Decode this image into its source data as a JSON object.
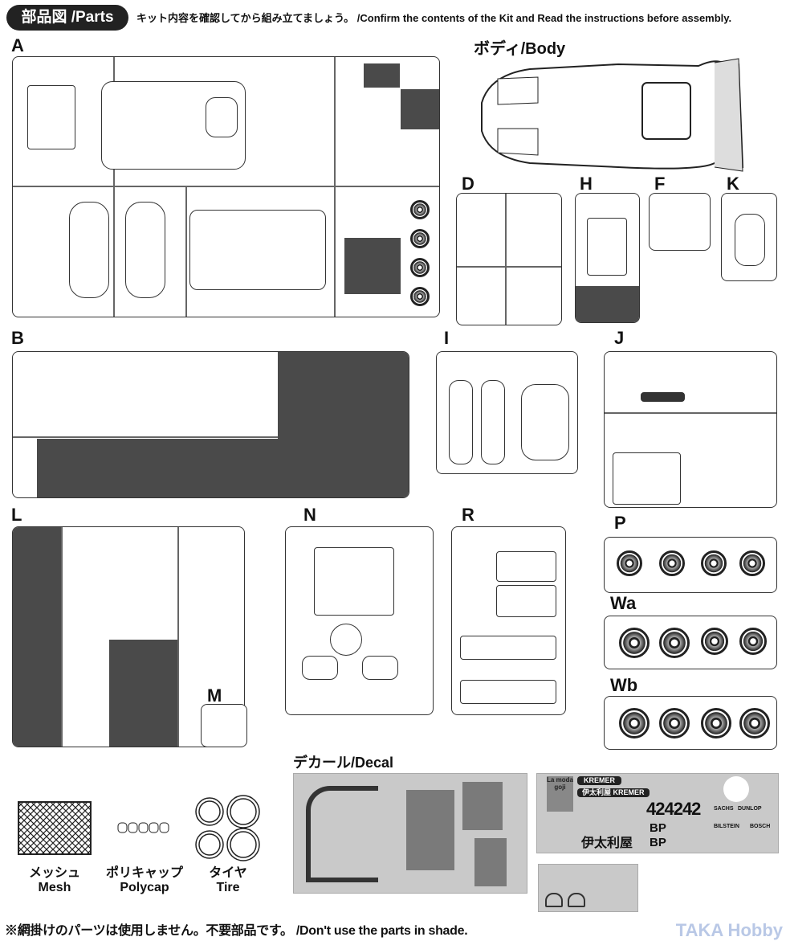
{
  "header": {
    "badge": "部品図 /Parts",
    "instruction": "キット内容を確認してから組み立てましょう。 /Confirm the contents of the Kit and Read the instructions before assembly."
  },
  "sprues": {
    "A": "A",
    "body": "ボディ/Body",
    "D": "D",
    "H": "H",
    "F": "F",
    "K": "K",
    "B": "B",
    "I": "I",
    "J": "J",
    "L": "L",
    "M": "M",
    "N": "N",
    "R": "R",
    "P": "P",
    "Wa": "Wa",
    "Wb": "Wb"
  },
  "decal": {
    "title": "デカール/Decal",
    "texts": [
      "KREMER",
      "伊太利屋 KREMER",
      "424242",
      "BP",
      "BP",
      "SACHS",
      "DUNLOP",
      "BOSCH",
      "BILSTEIN",
      "La moda goji",
      "伊太利屋"
    ]
  },
  "legend": {
    "mesh_jp": "メッシュ",
    "mesh_en": "Mesh",
    "polycap_jp": "ポリキャップ",
    "polycap_en": "Polycap",
    "tire_jp": "タイヤ",
    "tire_en": "Tire"
  },
  "footer": "※網掛けのパーツは使用しません。不要部品です。 /Don't use the parts in shade.",
  "watermark": "TAKA Hobby"
}
